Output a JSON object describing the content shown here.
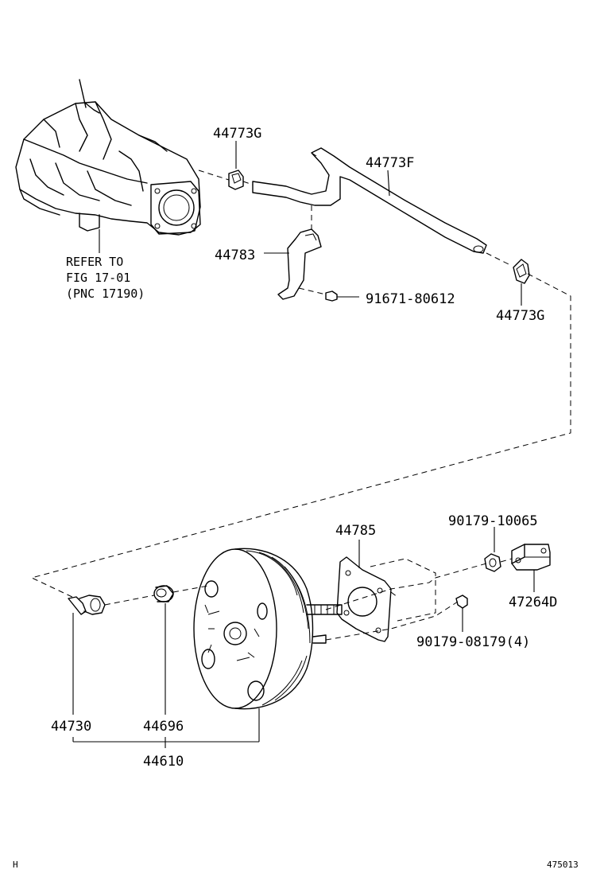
{
  "callouts": {
    "clamp_upper": "44773G",
    "clamp_lower": "44773G",
    "hose": "44773F",
    "bracket": "44783",
    "bolt": "91671-80612",
    "gasket": "44785",
    "nut_upper": "90179-10065",
    "bracket_rear": "47264D",
    "nut_lower": "90179-08179(4)",
    "check_valve": "44730",
    "grommet": "44696",
    "booster": "44610"
  },
  "reference_note": {
    "line1": "REFER TO",
    "line2": "FIG 17-01",
    "line3": "(PNC 17190)"
  },
  "footer": {
    "left_mark": "H",
    "figure_id": "475013"
  }
}
